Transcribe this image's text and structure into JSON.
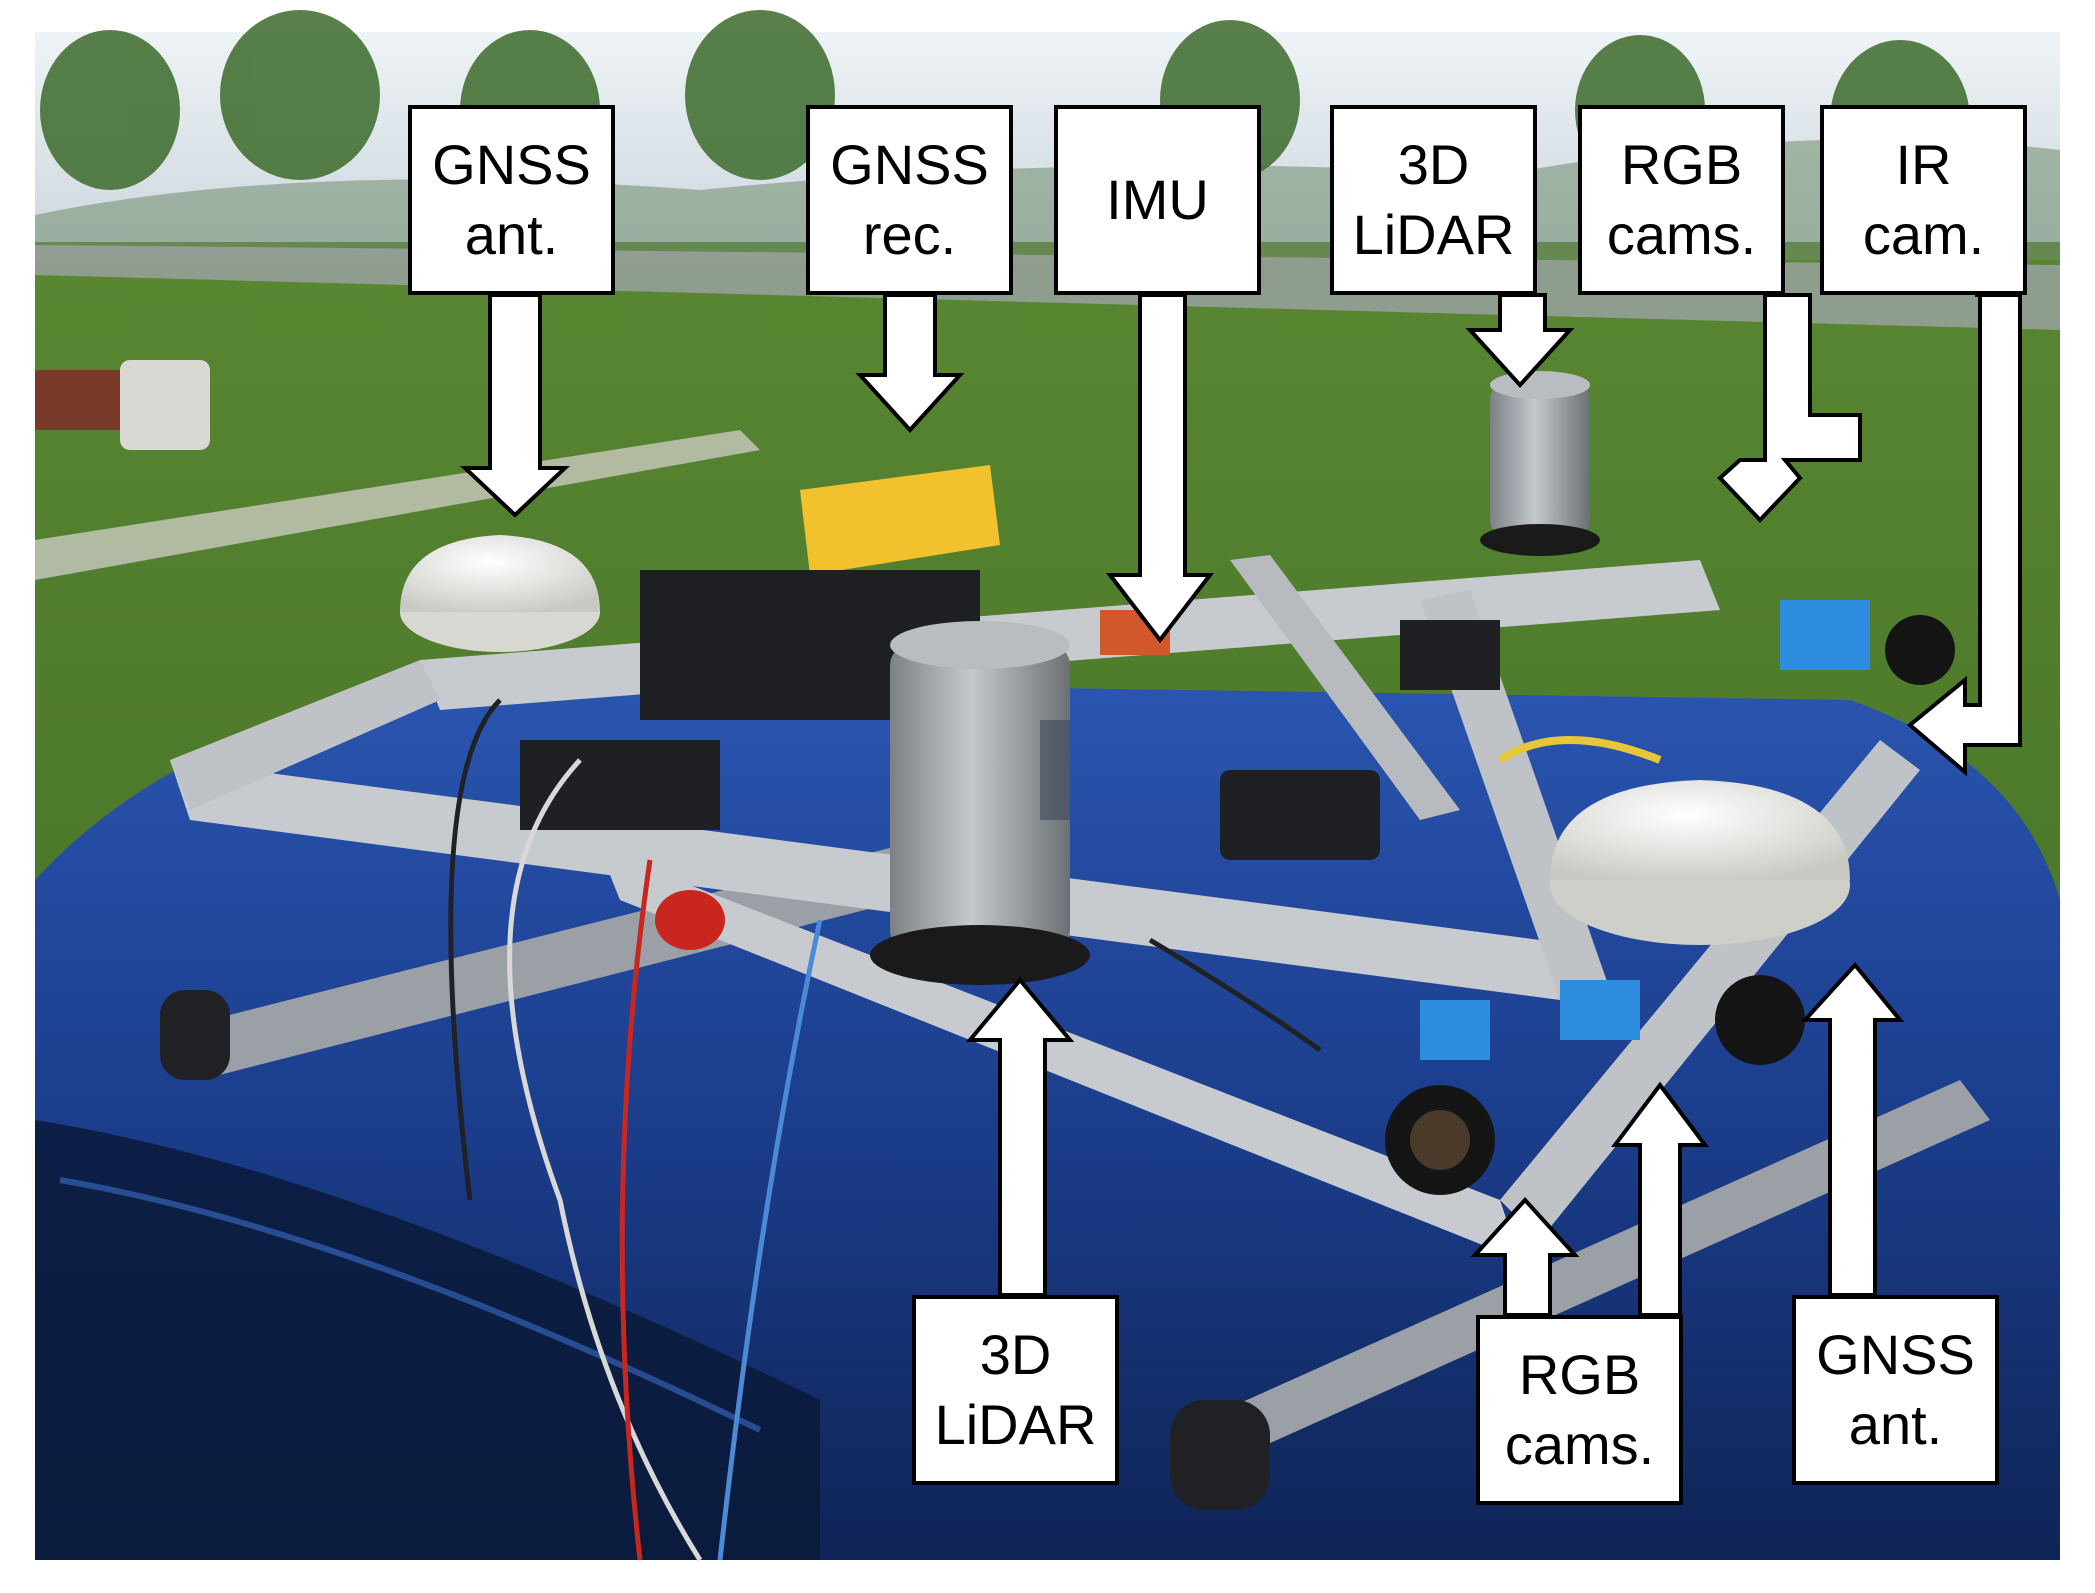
{
  "figure": {
    "description_labels": [
      {
        "id": "gnss-ant-left",
        "lines": [
          "GNSS",
          "ant."
        ]
      },
      {
        "id": "gnss-rec",
        "lines": [
          "GNSS",
          "rec."
        ]
      },
      {
        "id": "imu",
        "lines": [
          "IMU"
        ]
      },
      {
        "id": "lidar-top",
        "lines": [
          "3D",
          "LiDAR"
        ]
      },
      {
        "id": "rgb-cams-top",
        "lines": [
          "RGB",
          "cams."
        ]
      },
      {
        "id": "ir-cam",
        "lines": [
          "IR",
          "cam."
        ]
      },
      {
        "id": "lidar-bottom",
        "lines": [
          "3D",
          "LiDAR"
        ]
      },
      {
        "id": "rgb-cams-bottom",
        "lines": [
          "RGB",
          "cams."
        ]
      },
      {
        "id": "gnss-ant-right",
        "lines": [
          "GNSS",
          "ant."
        ]
      }
    ],
    "colors": {
      "sky": "#dfe8ef",
      "grass": "#4f7d2c",
      "car_body": "#1d3f8f",
      "frame_metal": "#c7cbd0",
      "yellow_box": "#f2c12e",
      "arrow_fill": "#ffffff",
      "arrow_stroke": "#000000"
    }
  }
}
